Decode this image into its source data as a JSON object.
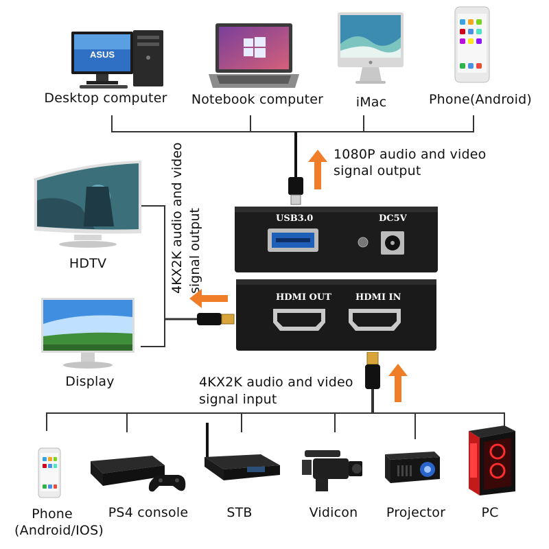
{
  "top_devices": [
    {
      "label": "Desktop computer",
      "icon": "desktop-computer-icon"
    },
    {
      "label": "Notebook computer",
      "icon": "notebook-computer-icon"
    },
    {
      "label": "iMac",
      "icon": "imac-icon"
    },
    {
      "label": "Phone(Android)",
      "icon": "android-phone-icon"
    }
  ],
  "left_devices": [
    {
      "label": "HDTV",
      "icon": "hdtv-icon"
    },
    {
      "label": "Display",
      "icon": "display-monitor-icon"
    }
  ],
  "bottom_devices": [
    {
      "label_line1": "Phone",
      "label_line2": "(Android/IOS)",
      "icon": "phone-icon"
    },
    {
      "label_line1": "PS4 console",
      "label_line2": "",
      "icon": "ps4-console-icon"
    },
    {
      "label_line1": "STB",
      "label_line2": "",
      "icon": "set-top-box-icon"
    },
    {
      "label_line1": "Vidicon",
      "label_line2": "",
      "icon": "video-camera-icon"
    },
    {
      "label_line1": "Projector",
      "label_line2": "",
      "icon": "projector-icon"
    },
    {
      "label_line1": "PC",
      "label_line2": "",
      "icon": "gaming-pc-icon"
    }
  ],
  "signals": {
    "usb_output_line1": "1080P audio and video",
    "usb_output_line2": "signal output",
    "hdmi_output_line1": "4KX2K audio and video",
    "hdmi_output_line2": "signal output",
    "hdmi_input_line1": "4KX2K audio and video",
    "hdmi_input_line2": "signal input"
  },
  "capture_box": {
    "port_usb": "USB3.0",
    "port_dc": "DC5V",
    "port_hdmi_out": "HDMI OUT",
    "port_hdmi_in": "HDMI IN"
  },
  "colors": {
    "arrow": "#f07d28",
    "box": "#1c1c1c",
    "usb_blue": "#1e5fb8",
    "line": "#333333"
  }
}
